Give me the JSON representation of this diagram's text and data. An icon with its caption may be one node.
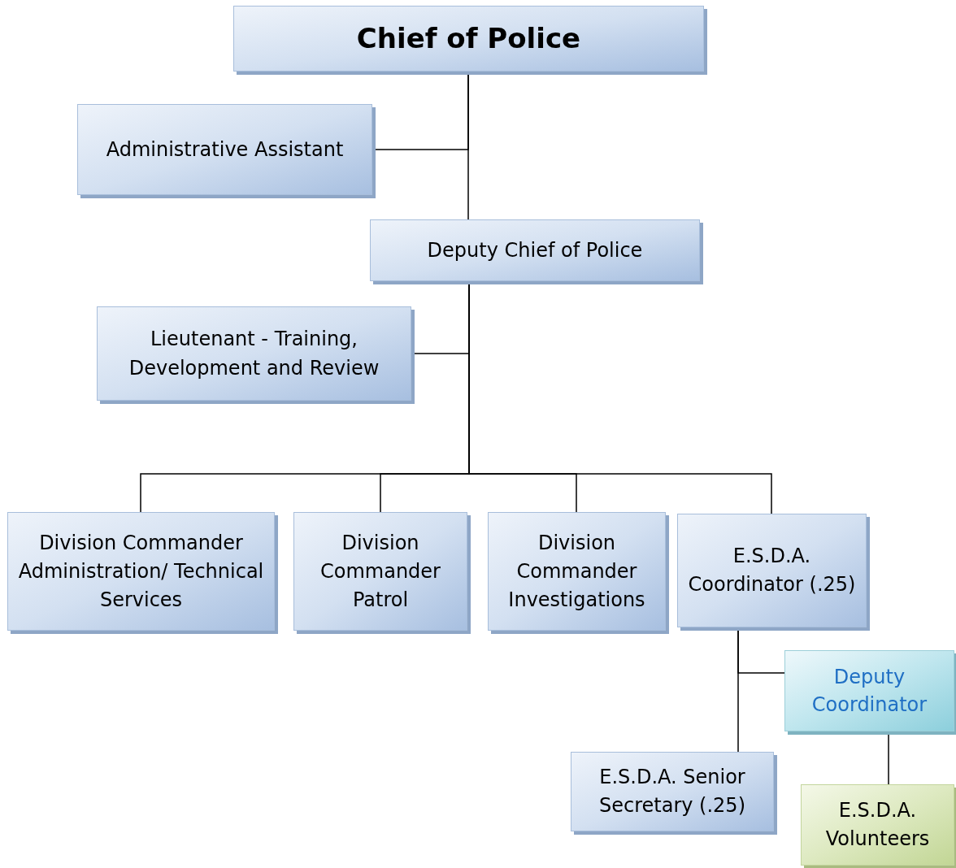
{
  "diagram": {
    "nodes": [
      {
        "text": [
          "Chief of Police"
        ]
      },
      {
        "text": [
          "Administrative Assistant"
        ]
      },
      {
        "text": [
          "Deputy Chief of Police"
        ]
      },
      {
        "text": [
          "Lieutenant - Training, Development and Review"
        ]
      },
      {
        "text": [
          "Division Commander Administration/ Technical Services"
        ]
      },
      {
        "text": [
          "Division Commander Patrol"
        ]
      },
      {
        "text": [
          "Division Commander Investigations"
        ]
      },
      {
        "text": [
          "E.S.D.A. Coordinator (.25)"
        ]
      },
      {
        "text": [
          "Deputy Coordinator"
        ]
      },
      {
        "text": [
          "E.S.D.A. Senior Secretary (.25)"
        ]
      },
      {
        "text": [
          "E.S.D.A. Volunteers"
        ]
      }
    ],
    "edges": [
      {
        "from": 0,
        "to": 1,
        "arrow": "none"
      },
      {
        "from": 0,
        "to": 2,
        "arrow": "none"
      },
      {
        "from": 2,
        "to": 3,
        "arrow": "none"
      },
      {
        "from": 2,
        "to": 4,
        "arrow": "none"
      },
      {
        "from": 2,
        "to": 5,
        "arrow": "none"
      },
      {
        "from": 2,
        "to": 6,
        "arrow": "none"
      },
      {
        "from": 2,
        "to": 7,
        "arrow": "none"
      },
      {
        "from": 7,
        "to": 8,
        "arrow": "none"
      },
      {
        "from": 7,
        "to": 9,
        "arrow": "none"
      },
      {
        "from": 8,
        "to": 10,
        "arrow": "none"
      }
    ]
  }
}
